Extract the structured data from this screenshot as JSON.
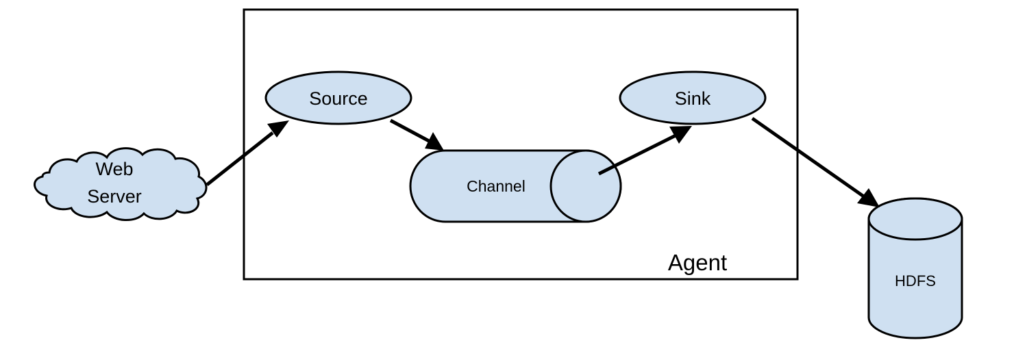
{
  "nodes": {
    "web_server": {
      "line1": "Web",
      "line2": "Server"
    },
    "source": {
      "label": "Source"
    },
    "channel": {
      "label": "Channel"
    },
    "sink": {
      "label": "Sink"
    },
    "hdfs": {
      "label": "HDFS"
    }
  },
  "container": {
    "label": "Agent"
  },
  "colors": {
    "node_fill": "#cfe0f1",
    "stroke": "#000000"
  },
  "edges": [
    {
      "from": "Web Server",
      "to": "Source"
    },
    {
      "from": "Source",
      "to": "Channel"
    },
    {
      "from": "Channel",
      "to": "Sink"
    },
    {
      "from": "Sink",
      "to": "HDFS"
    }
  ]
}
